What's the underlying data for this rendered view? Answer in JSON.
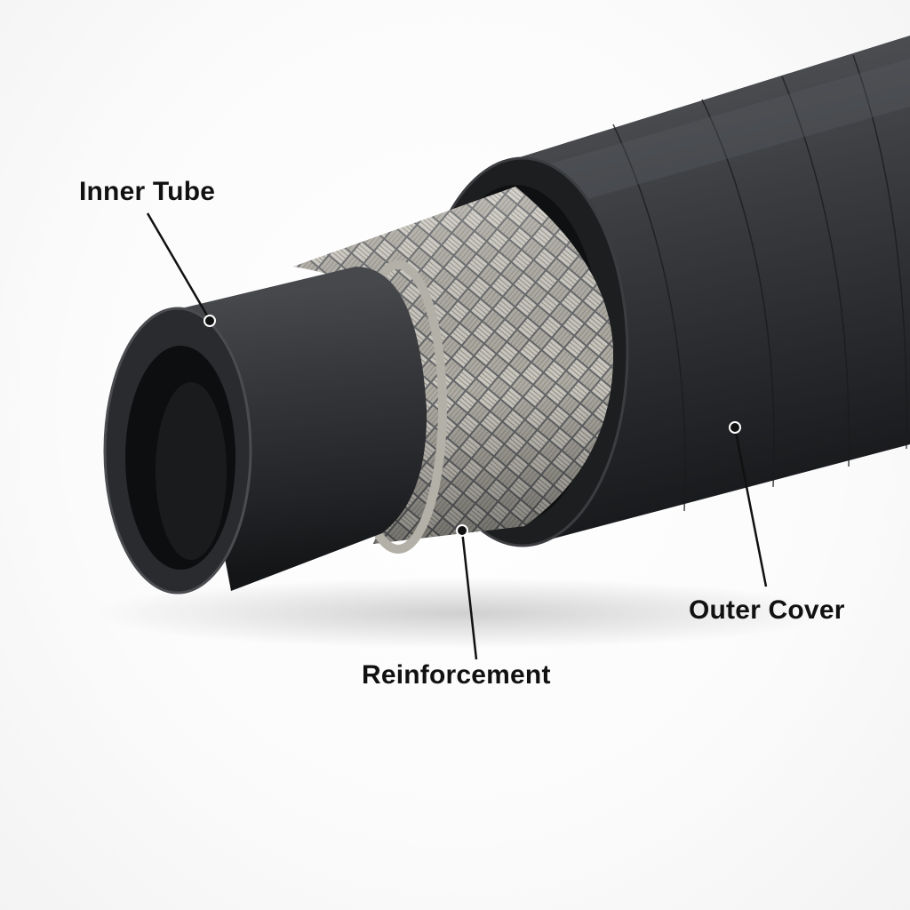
{
  "labels": {
    "inner_tube": "Inner Tube",
    "outer_cover": "Outer Cover",
    "reinforcement": "Reinforcement"
  },
  "colors": {
    "background": "#ffffff",
    "rubber": "#2b2d30",
    "braid": "#bdbab2",
    "text": "#111111"
  }
}
